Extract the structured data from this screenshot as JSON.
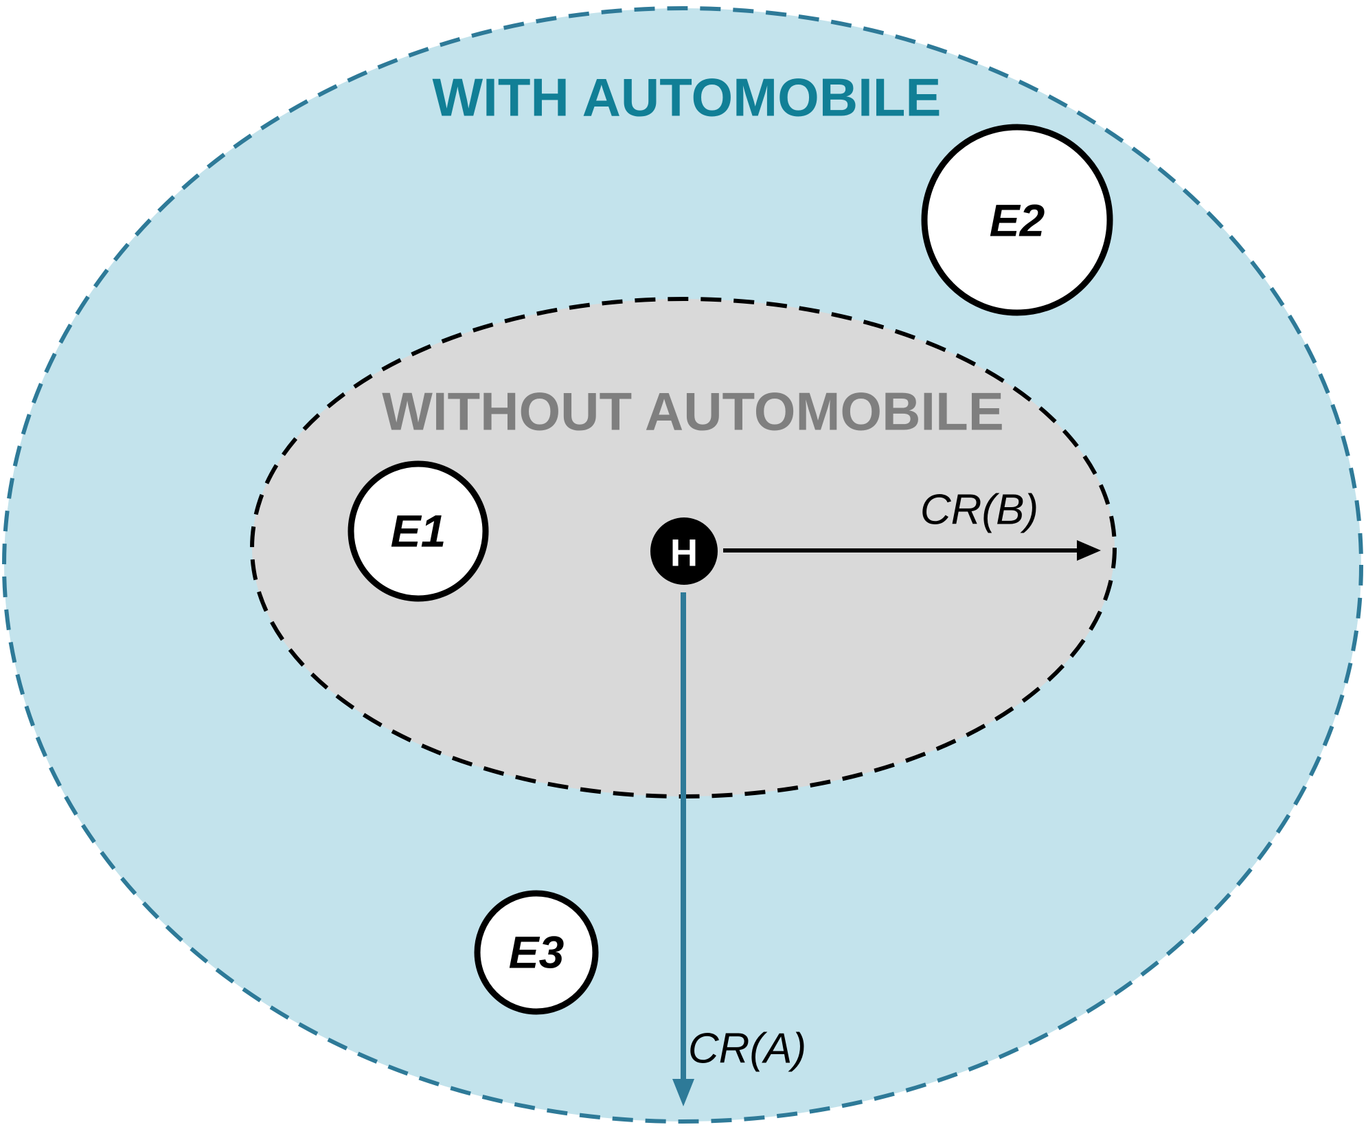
{
  "zones": {
    "with_automobile": {
      "label": "WITH AUTOMOBILE",
      "fill": "#c3e3ec",
      "stroke": "#2e7a98",
      "text_color": "#117f96"
    },
    "without_automobile": {
      "label": "WITHOUT AUTOMOBILE",
      "fill": "#d9d9d9",
      "stroke": "#000000",
      "text_color": "#7f7f7f"
    }
  },
  "nodes": {
    "home": {
      "label": "H",
      "fill": "#000000",
      "text_color": "#ffffff"
    },
    "e1": {
      "label": "E1"
    },
    "e2": {
      "label": "E2"
    },
    "e3": {
      "label": "E3"
    }
  },
  "arrows": {
    "cr_b": {
      "label": "CR(B)",
      "color": "#000000"
    },
    "cr_a": {
      "label": "CR(A)",
      "color": "#2e7a98"
    }
  }
}
